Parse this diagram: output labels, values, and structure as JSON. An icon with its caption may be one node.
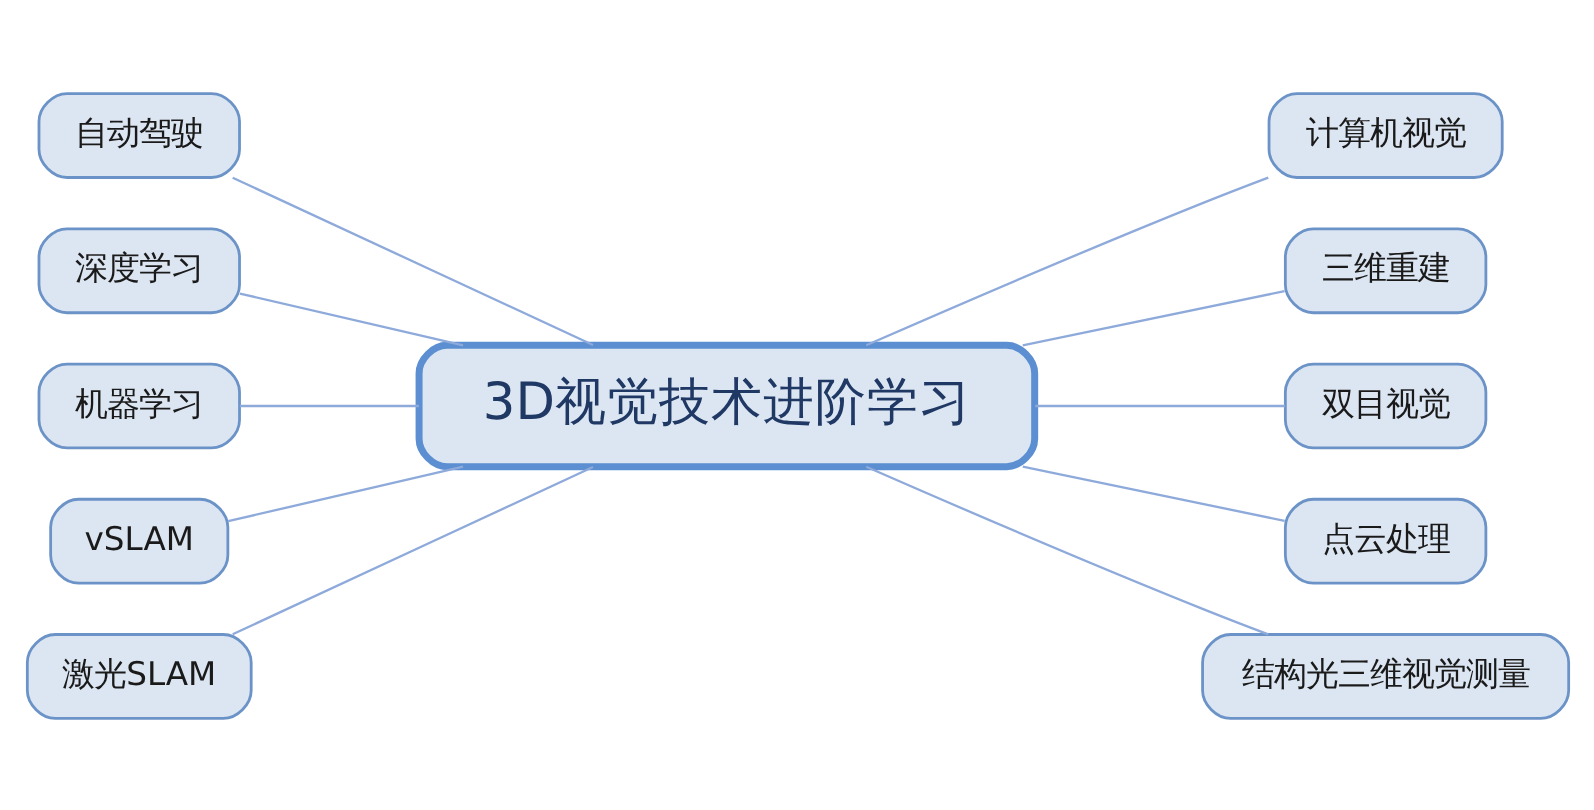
{
  "diagram": {
    "nodes": [
      {
        "text": [
          "3D视觉技术进阶学习"
        ]
      },
      {
        "text": [
          "自动驾驶"
        ]
      },
      {
        "text": [
          "深度学习"
        ]
      },
      {
        "text": [
          "机器学习"
        ]
      },
      {
        "text": [
          "vSLAM"
        ]
      },
      {
        "text": [
          "激光SLAM"
        ]
      },
      {
        "text": [
          "计算机视觉"
        ]
      },
      {
        "text": [
          "三维重建"
        ]
      },
      {
        "text": [
          "双目视觉"
        ]
      },
      {
        "text": [
          "点云处理"
        ]
      },
      {
        "text": [
          "结构光三维视觉测量"
        ]
      }
    ],
    "edges": [
      {
        "from": 1,
        "to": 0,
        "arrow": "none"
      },
      {
        "from": 2,
        "to": 0,
        "arrow": "none"
      },
      {
        "from": 3,
        "to": 0,
        "arrow": "none"
      },
      {
        "from": 4,
        "to": 0,
        "arrow": "none"
      },
      {
        "from": 5,
        "to": 0,
        "arrow": "none"
      },
      {
        "from": 0,
        "to": 6,
        "arrow": "none"
      },
      {
        "from": 0,
        "to": 7,
        "arrow": "none"
      },
      {
        "from": 0,
        "to": 8,
        "arrow": "none"
      },
      {
        "from": 0,
        "to": 9,
        "arrow": "none"
      },
      {
        "from": 0,
        "to": 10,
        "arrow": "none"
      }
    ]
  }
}
